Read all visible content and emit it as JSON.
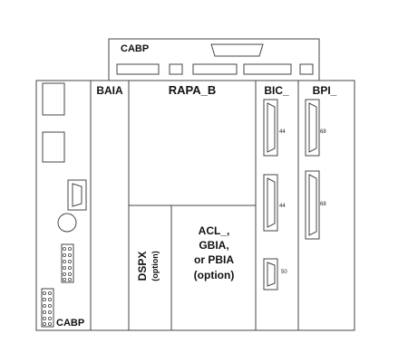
{
  "cabp_top": {
    "label": "CABP"
  },
  "cabp_bottom": {
    "label": "CABP"
  },
  "slots": {
    "baia": {
      "label": "BAIA"
    },
    "rapa": {
      "label": "RAPA_B"
    },
    "bic": {
      "label": "BIC_"
    },
    "bpi": {
      "label": "BPI_"
    }
  },
  "dspx": {
    "line1": "DSPX",
    "line2": "(option)"
  },
  "acl": {
    "line1": "ACL_,",
    "line2": "GBIA,",
    "line3": "or PBIA",
    "line4": "(option)"
  },
  "connectors": {
    "bic_upper": "44",
    "bic_middle": "44",
    "bic_lower": "50",
    "bpi_upper": "68",
    "bpi_lower": "68"
  }
}
